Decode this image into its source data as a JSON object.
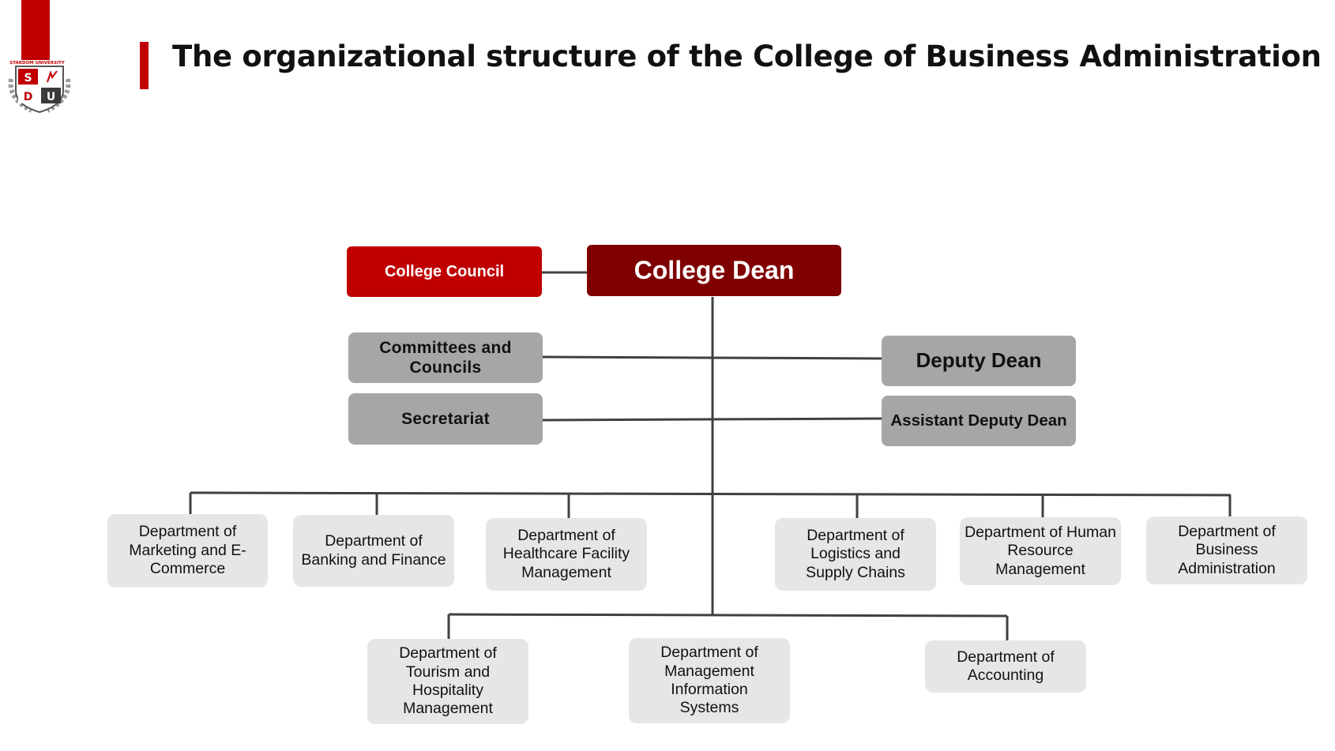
{
  "header": {
    "title": "The organizational structure of the College of Business Administration",
    "logo": {
      "university_text": "STARDOM UNIVERSITY",
      "letters": [
        "S",
        "D",
        "U"
      ],
      "brand_red": "#c00000"
    }
  },
  "chart": {
    "college_council": "College Council",
    "college_dean": "College Dean",
    "committees": "Committees and Councils",
    "secretariat": "Secretariat",
    "deputy_dean": "Deputy Dean",
    "assistant_deputy_dean": "Assistant Deputy Dean",
    "departments_row1": [
      "Department of Marketing and E-Commerce",
      "Department of Banking and Finance",
      "Department of Healthcare Facility Management",
      "Department of Logistics and Supply Chains",
      "Department of Human Resource Management",
      "Department of Business Administration"
    ],
    "departments_row2": [
      "Department of Tourism and Hospitality Management",
      "Department of Management Information Systems",
      "Department of Accounting"
    ]
  },
  "colors": {
    "accent_red": "#c00000",
    "dean_dark_red": "#7f0000",
    "mid_grey": "#a6a6a6",
    "light_grey": "#e6e6e6",
    "connector": "#404040"
  }
}
